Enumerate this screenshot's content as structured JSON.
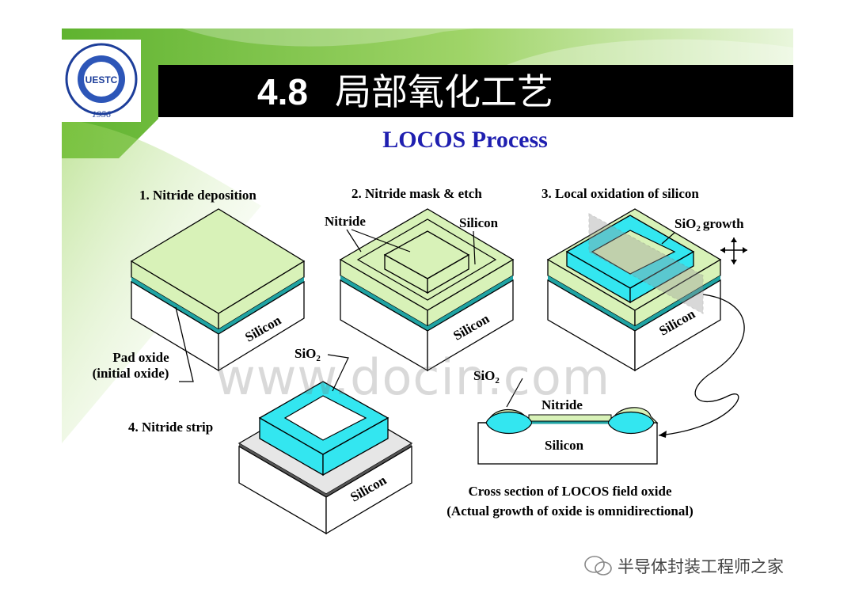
{
  "header": {
    "number": "4.8",
    "title_cn": "局部氧化工艺",
    "logo_text": "UESTC",
    "logo_year": "1956"
  },
  "subtitle": "LOCOS Process",
  "steps": {
    "step1": "1.  Nitride deposition",
    "step2": "2.  Nitride mask & etch",
    "step3": "3.  Local oxidation of silicon",
    "step4": "4.  Nitride strip"
  },
  "labels": {
    "nitride": "Nitride",
    "silicon": "Silicon",
    "sio2_growth": "growth",
    "sio2": "SiO",
    "sio2_sub": "2",
    "pad_oxide_1": "Pad oxide",
    "pad_oxide_2": "(initial oxide)",
    "cross_nitride": "Nitride",
    "cross_silicon": "Silicon",
    "caption_1": "Cross section of LOCOS field oxide",
    "caption_2": "(Actual growth of oxide is omnidirectional)"
  },
  "watermark": "www.docin.com",
  "footer": "半导体封装工程师之家",
  "colors": {
    "green_layer": "#d8f2b8",
    "cyan_oxide": "#33e6f0",
    "pad_oxide": "#1fa3a3",
    "title_bar": "#000000",
    "subtitle": "#1f1fb0"
  }
}
